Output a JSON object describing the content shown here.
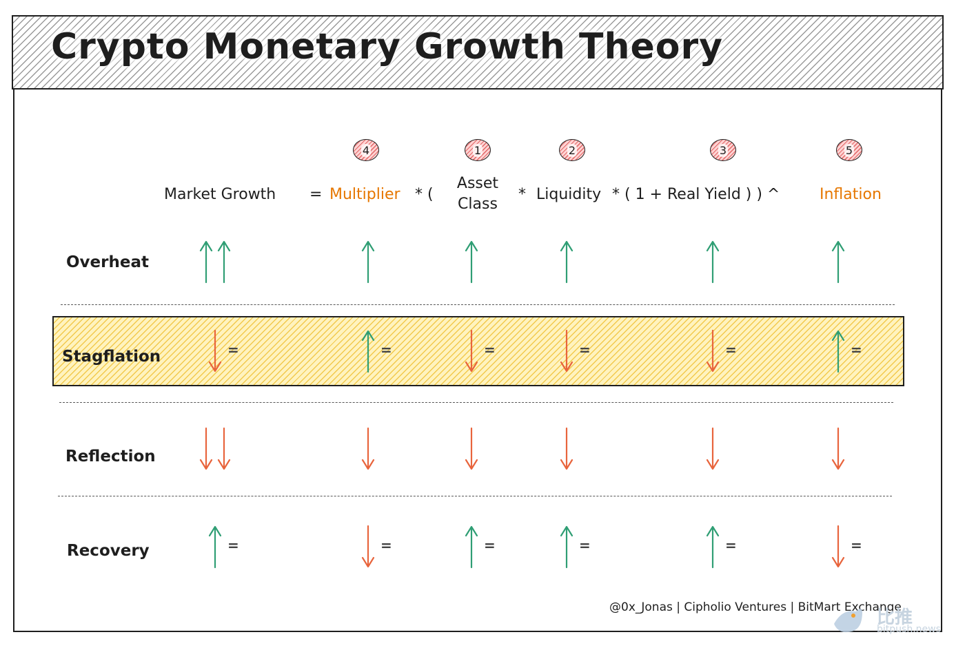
{
  "title": "Crypto Monetary Growth Theory",
  "formula": {
    "lhs": "Market Growth",
    "eq": "=",
    "multiplier": "Multiplier",
    "op1": "* (",
    "asset_line1": "Asset",
    "asset_line2": "Class",
    "op2": "*",
    "liquidity": "Liquidity",
    "op3": "* ( 1 + Real Yield ) ) ^",
    "inflation": "Inflation"
  },
  "badges": [
    "4",
    "1",
    "2",
    "3",
    "5"
  ],
  "rows": [
    {
      "label": "Overheat",
      "directions": [
        "up-up",
        "up",
        "up",
        "up",
        "up",
        "up"
      ],
      "equals": [
        false,
        false,
        false,
        false,
        false,
        false
      ]
    },
    {
      "label": "Stagflation",
      "directions": [
        "down",
        "up",
        "down",
        "down",
        "down",
        "up"
      ],
      "equals": [
        true,
        true,
        true,
        true,
        true,
        true
      ]
    },
    {
      "label": "Reflection",
      "directions": [
        "down-down",
        "down",
        "down",
        "down",
        "down",
        "down"
      ],
      "equals": [
        false,
        false,
        false,
        false,
        false,
        false
      ]
    },
    {
      "label": "Recovery",
      "directions": [
        "up",
        "down",
        "up",
        "up",
        "up",
        "down"
      ],
      "equals": [
        true,
        true,
        true,
        true,
        true,
        true
      ]
    }
  ],
  "equals_symbol": "=",
  "footer": "@0x_Jonas | Cipholio Ventures | BitMart Exchange",
  "watermark": {
    "text": "比推",
    "sub": "bitpush.news"
  },
  "colors": {
    "up": "#2f9e74",
    "down": "#e8643c",
    "highlight": "#e67700",
    "band": "#f2c94c",
    "badge": "#e06666"
  }
}
